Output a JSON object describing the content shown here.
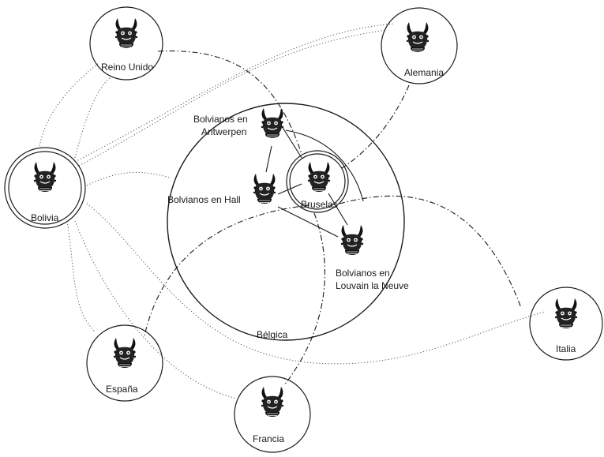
{
  "nodes": {
    "reino_unido": {
      "label": "Reino Unido",
      "icon": "devil-mask-icon"
    },
    "alemania": {
      "label": "Alemania",
      "icon": "devil-mask-icon"
    },
    "bolivia": {
      "label": "Bolivia",
      "icon": "devil-mask-icon"
    },
    "antwerpen": {
      "label_line1": "Bolvianos en",
      "label_line2": "Antwerpen",
      "icon": "devil-mask-icon"
    },
    "hall": {
      "label": "Bolvianos en Hall",
      "icon": "devil-mask-icon"
    },
    "bruselas": {
      "label": "Bruselas",
      "icon": "devil-mask-icon"
    },
    "louvain": {
      "label_line1": "Bolvianos en",
      "label_line2": "Louvain la Neuve",
      "icon": "devil-mask-icon"
    },
    "italia": {
      "label": "Italia",
      "icon": "devil-mask-icon"
    },
    "espana": {
      "label": "España",
      "icon": "devil-mask-icon"
    },
    "francia": {
      "label": "Francia",
      "icon": "devil-mask-icon"
    }
  },
  "region": {
    "label": "Bélgica"
  }
}
